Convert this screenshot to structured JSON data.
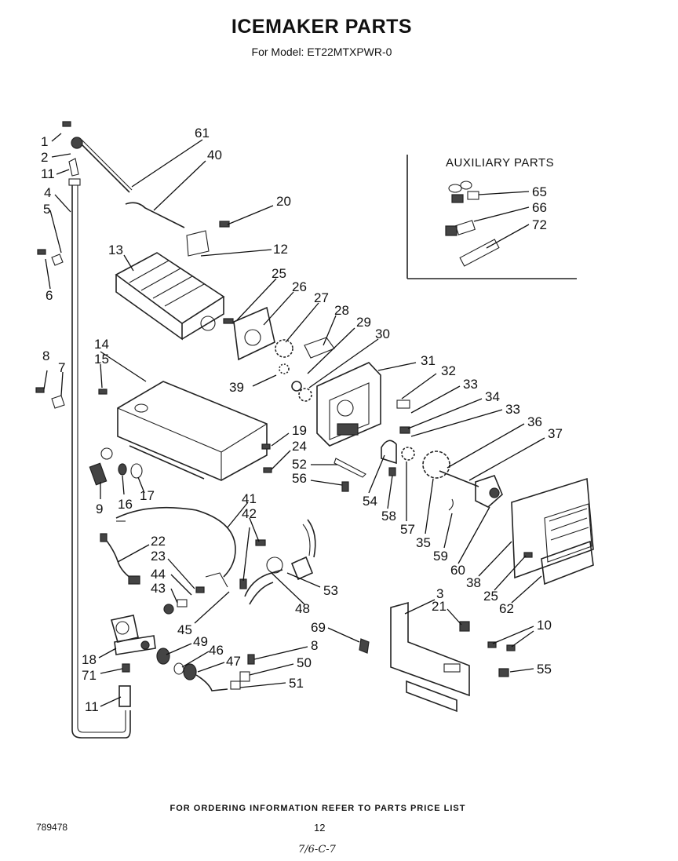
{
  "header": {
    "title": "ICEMAKER PARTS",
    "model": "For Model: ET22MTXPWR-0"
  },
  "auxiliary": {
    "title": "AUXILIARY PARTS"
  },
  "callouts": [
    {
      "label": "1"
    },
    {
      "label": "2"
    },
    {
      "label": "11"
    },
    {
      "label": "4"
    },
    {
      "label": "5"
    },
    {
      "label": "6"
    },
    {
      "label": "61"
    },
    {
      "label": "40"
    },
    {
      "label": "20"
    },
    {
      "label": "12"
    },
    {
      "label": "13"
    },
    {
      "label": "25"
    },
    {
      "label": "26"
    },
    {
      "label": "27"
    },
    {
      "label": "28"
    },
    {
      "label": "29"
    },
    {
      "label": "30"
    },
    {
      "label": "14"
    },
    {
      "label": "15"
    },
    {
      "label": "39"
    },
    {
      "label": "31"
    },
    {
      "label": "32"
    },
    {
      "label": "33"
    },
    {
      "label": "34"
    },
    {
      "label": "33"
    },
    {
      "label": "36"
    },
    {
      "label": "37"
    },
    {
      "label": "8"
    },
    {
      "label": "7"
    },
    {
      "label": "19"
    },
    {
      "label": "24"
    },
    {
      "label": "52"
    },
    {
      "label": "56"
    },
    {
      "label": "9"
    },
    {
      "label": "16"
    },
    {
      "label": "17"
    },
    {
      "label": "54"
    },
    {
      "label": "58"
    },
    {
      "label": "57"
    },
    {
      "label": "35"
    },
    {
      "label": "59"
    },
    {
      "label": "60"
    },
    {
      "label": "38"
    },
    {
      "label": "25"
    },
    {
      "label": "62"
    },
    {
      "label": "41"
    },
    {
      "label": "42"
    },
    {
      "label": "22"
    },
    {
      "label": "23"
    },
    {
      "label": "44"
    },
    {
      "label": "43"
    },
    {
      "label": "53"
    },
    {
      "label": "48"
    },
    {
      "label": "45"
    },
    {
      "label": "3"
    },
    {
      "label": "21"
    },
    {
      "label": "10"
    },
    {
      "label": "69"
    },
    {
      "label": "8"
    },
    {
      "label": "49"
    },
    {
      "label": "46"
    },
    {
      "label": "47"
    },
    {
      "label": "50"
    },
    {
      "label": "51"
    },
    {
      "label": "18"
    },
    {
      "label": "71"
    },
    {
      "label": "55"
    },
    {
      "label": "11"
    },
    {
      "label": "65"
    },
    {
      "label": "66"
    },
    {
      "label": "72"
    }
  ],
  "footer": {
    "note": "FOR ORDERING INFORMATION REFER TO PARTS PRICE LIST",
    "doc_number": "789478",
    "page": "12",
    "handwritten": "7/6-C-7"
  }
}
